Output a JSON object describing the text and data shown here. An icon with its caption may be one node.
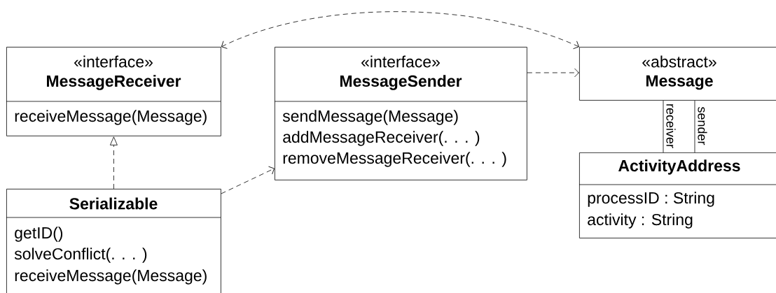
{
  "diagram": {
    "nodes": [
      {
        "text": [
          "«interface»",
          "MessageReceiver",
          "receiveMessage(Message)"
        ]
      },
      {
        "text": [
          "«interface»",
          "MessageSender",
          "sendMessage(Message)",
          "addMessageReceiver(. . . )",
          "removeMessageReceiver(. . . )"
        ]
      },
      {
        "text": [
          "«abstract»",
          "Message"
        ]
      },
      {
        "text": [
          "ActivityAddress",
          "processID : String",
          "activity : String"
        ]
      },
      {
        "text": [
          "Serializable",
          "getID()",
          "solveConflict(. . . )",
          "receiveMessage(Message)"
        ]
      }
    ],
    "edges": [
      {
        "from": 4,
        "to": 0,
        "arrow": "to",
        "style": "dashed"
      },
      {
        "from": 4,
        "to": 1,
        "arrow": "to",
        "style": "dashed"
      },
      {
        "from": 1,
        "to": 2,
        "arrow": "to",
        "style": "dashed"
      },
      {
        "from": 0,
        "to": 2,
        "arrow": "both",
        "style": "dashed"
      },
      {
        "from": 2,
        "to": 3,
        "arrow": "none",
        "label": "receiver"
      },
      {
        "from": 2,
        "to": 3,
        "arrow": "none",
        "label": "sender"
      }
    ]
  }
}
